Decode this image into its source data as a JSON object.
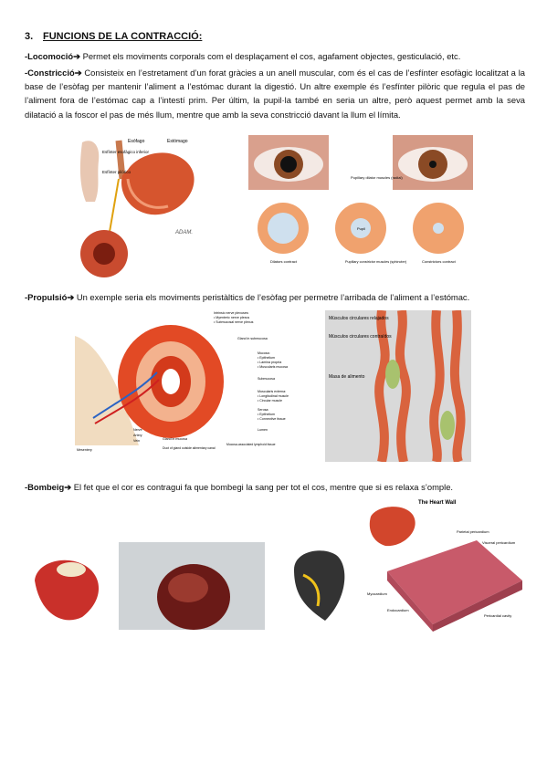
{
  "heading": {
    "number": "3.",
    "title": "FUNCIONS DE LA CONTRACCIÓ:"
  },
  "arrow": "➔",
  "paragraphs": {
    "locomocio": {
      "term": "-Locomoció",
      "text": " Permet els moviments corporals com el desplaçament el cos, agafament objectes, gesticulació, etc."
    },
    "constriccio": {
      "term": "-Constricció",
      "text": " Consisteix en l’estretament d’un forat gràcies a un anell muscular, com és el cas de l’esfínter esofàgic localitzat a la base de l’esòfag per mantenir l’aliment a l’estómac durant la digestió. Un altre exemple és l’esfínter pilòric que regula el pas de l’aliment fora de l’estómac cap a l’intestí prim. Per últim, la pupil·la també en seria un altre, però aquest permet amb la seva dilatació a la foscor el pas de més llum, mentre que amb la seva constricció davant la llum el límita."
    },
    "propulsio": {
      "term": "-Propulsió",
      "text": " Un exemple seria els moviments peristàltics de l’esòfag per permetre l’arribada de l’aliment a l’estómac."
    },
    "bombeig": {
      "term": "-Bombeig",
      "text": " El fet que el cor es contragui fa que bombegi la sang per tot el cos, mentre que si es relaxa s’omple."
    }
  },
  "figures": {
    "stomach": {
      "labels": [
        "Esófago",
        "Estómago",
        "Esfínter esofágico inferior",
        "Esfínter pilórico"
      ],
      "brand": "ADAM."
    },
    "eyes": {
      "labels": [
        "Pupillary dilator muscles (radial)",
        "Pupil",
        "Pupillary constrictor muscles (sphincter)",
        "Dilators contract",
        "Constrictors contract"
      ]
    },
    "gi_wall": {
      "labels": [
        "Intrinsic nerve plexuses:",
        "• Myenteric nerve plexus",
        "• Submucosal nerve plexus",
        "Gland in submucosa",
        "Mucosa:",
        "• Epithelium",
        "• Lamina propria",
        "• Muscularis mucosa",
        "Submucosa",
        "Muscularis externa:",
        "• Longitudinal muscle",
        "• Circular muscle",
        "Serosa:",
        "• Epithelium",
        "• Connective tissue",
        "Lumen",
        "Nerve",
        "Artery",
        "Vein",
        "Mesentery",
        "Gland in mucosa",
        "Duct of gland outside alimentary canal",
        "Mucosa-associated lymphoid tissue"
      ]
    },
    "peristalsis": {
      "labels": [
        "Músculos circulares relajados",
        "Músculos circulares contraídos",
        "Masa de alimento"
      ]
    },
    "heart_wall": {
      "title": "The Heart Wall",
      "labels": [
        "Parietal pericardium",
        "Visceral pericardium",
        "Myocardium",
        "Endocardium",
        "Pericardial cavity"
      ]
    }
  }
}
